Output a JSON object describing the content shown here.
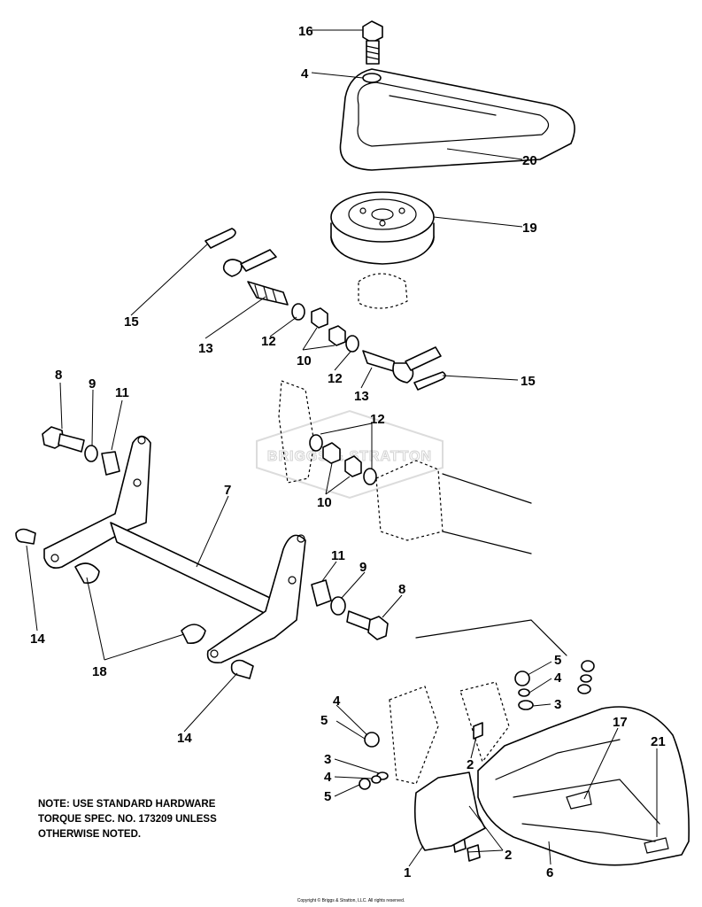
{
  "callouts": {
    "n1": "1",
    "n2a": "2",
    "n2b": "2",
    "n3a": "3",
    "n3b": "3",
    "n4a": "4",
    "n4b": "4",
    "n4c": "4",
    "n5a": "5",
    "n5b": "5",
    "n5c": "5",
    "n6": "6",
    "n7": "7",
    "n8a": "8",
    "n8b": "8",
    "n9a": "9",
    "n9b": "9",
    "n10a": "10",
    "n10b": "10",
    "n11a": "11",
    "n11b": "11",
    "n12a": "12",
    "n12b": "12",
    "n12c": "12",
    "n13a": "13",
    "n13b": "13",
    "n14a": "14",
    "n14b": "14",
    "n15a": "15",
    "n15b": "15",
    "n16": "16",
    "n17": "17",
    "n18": "18",
    "n19": "19",
    "n20": "20",
    "n21": "21"
  },
  "note": {
    "line1": "NOTE: USE STANDARD HARDWARE",
    "line2": "TORQUE SPEC. NO. 173209 UNLESS",
    "line3": "OTHERWISE NOTED."
  },
  "watermark": "BRIGGS & STRATTON",
  "copyright": "Copyright © Briggs & Stratton, LLC. All rights reserved."
}
